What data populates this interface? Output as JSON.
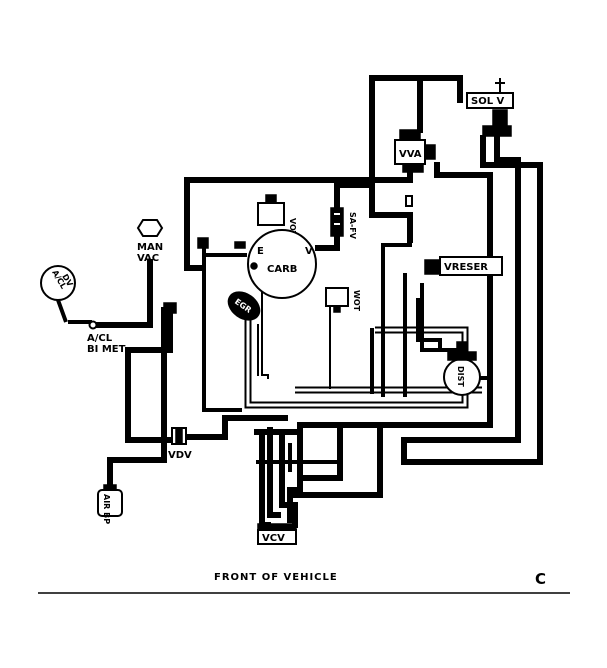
{
  "labels": {
    "sol_v": "SOL V",
    "vva": "VVA",
    "votm": "VOTM",
    "sa_fv": "SA-FV",
    "vreser": "VRESER",
    "carb": "CARB",
    "carb_e": "E",
    "carb_v": "V",
    "egr": "EGR",
    "wot": "WOT",
    "dist": "DIST",
    "man_vac_line1": "MAN",
    "man_vac_line2": "VAC",
    "acl_dv_line1": "A/CL",
    "acl_dv_line2": "DV",
    "acl_bi_met_line1": "A/CL",
    "acl_bi_met_line2": "BI MET",
    "vdv": "VDV",
    "vcv": "VCV",
    "air_bp": "AIR BP"
  },
  "footer": {
    "caption": "FRONT  OF  VEHICLE",
    "corner_letter": "C"
  }
}
